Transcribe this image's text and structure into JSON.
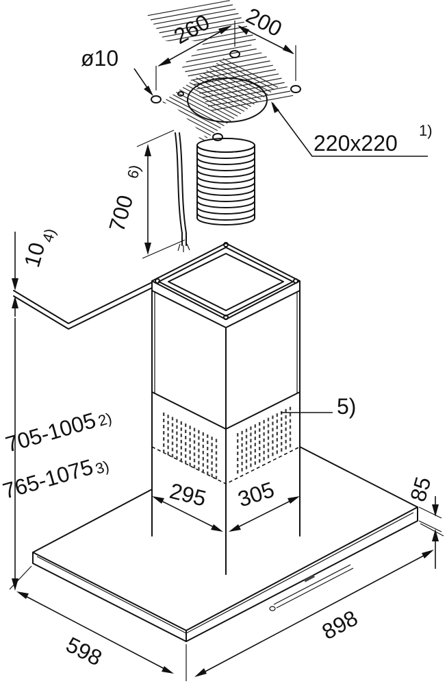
{
  "labels": {
    "dim_260": "260",
    "dim_200": "200",
    "hole_dia": "ø10",
    "opening": "220x220",
    "opening_note": "1)",
    "duct_length": "700",
    "duct_note": "6)",
    "clearance": "10",
    "clearance_note": "4)",
    "height_1": "705-1005",
    "height_1_note": "2)",
    "height_2": "765-1075",
    "height_2_note": "3)",
    "callout_5": "5)",
    "chimney_depth": "295",
    "chimney_width": "305",
    "canopy_thickness": "85",
    "hood_width": "898",
    "hood_depth": "598"
  },
  "colors": {
    "line": "#111111",
    "background": "#ffffff"
  }
}
